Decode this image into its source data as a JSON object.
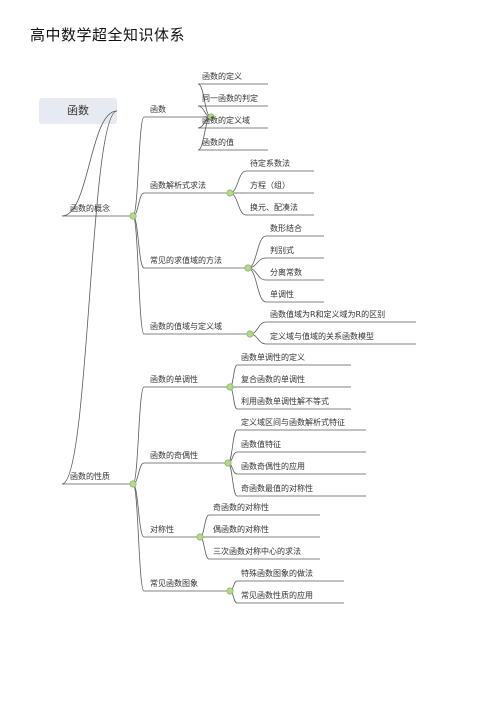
{
  "title": "高中数学超全知识体系",
  "root": "函数",
  "sections": [
    {
      "label": "函数的概念",
      "groups": [
        {
          "label": "函数",
          "items": [
            "函数的定义",
            "同一函数的判定",
            "函数的定义域",
            "函数的值"
          ]
        },
        {
          "label": "函数解析式求法",
          "items": [
            "待定系数法",
            "方程（组）",
            "换元、配凑法"
          ]
        },
        {
          "label": "常见的求值域的方法",
          "items": [
            "数形结合",
            "判别式",
            "分离常数",
            "单调性"
          ]
        },
        {
          "label": "函数的值域与定义域",
          "items": [
            "函数值域为R和定义域为R的区别",
            "定义域与值域的关系函数模型"
          ]
        }
      ]
    },
    {
      "label": "函数的性质",
      "groups": [
        {
          "label": "函数的单调性",
          "items": [
            "函数单调性的定义",
            "复合函数的单调性",
            "利用函数单调性解不等式"
          ]
        },
        {
          "label": "函数的奇偶性",
          "items": [
            "定义域区间与函数解析式特征",
            "函数值特征",
            "函数奇偶性的应用",
            "奇函数最值的对称性"
          ]
        },
        {
          "label": "对称性",
          "items": [
            "奇函数的对称性",
            "偶函数的对称性",
            "三次函数对称中心的求法"
          ]
        },
        {
          "label": "常见函数图象",
          "items": [
            "特殊函数图象的做法",
            "常见函数性质的应用"
          ]
        }
      ]
    }
  ]
}
